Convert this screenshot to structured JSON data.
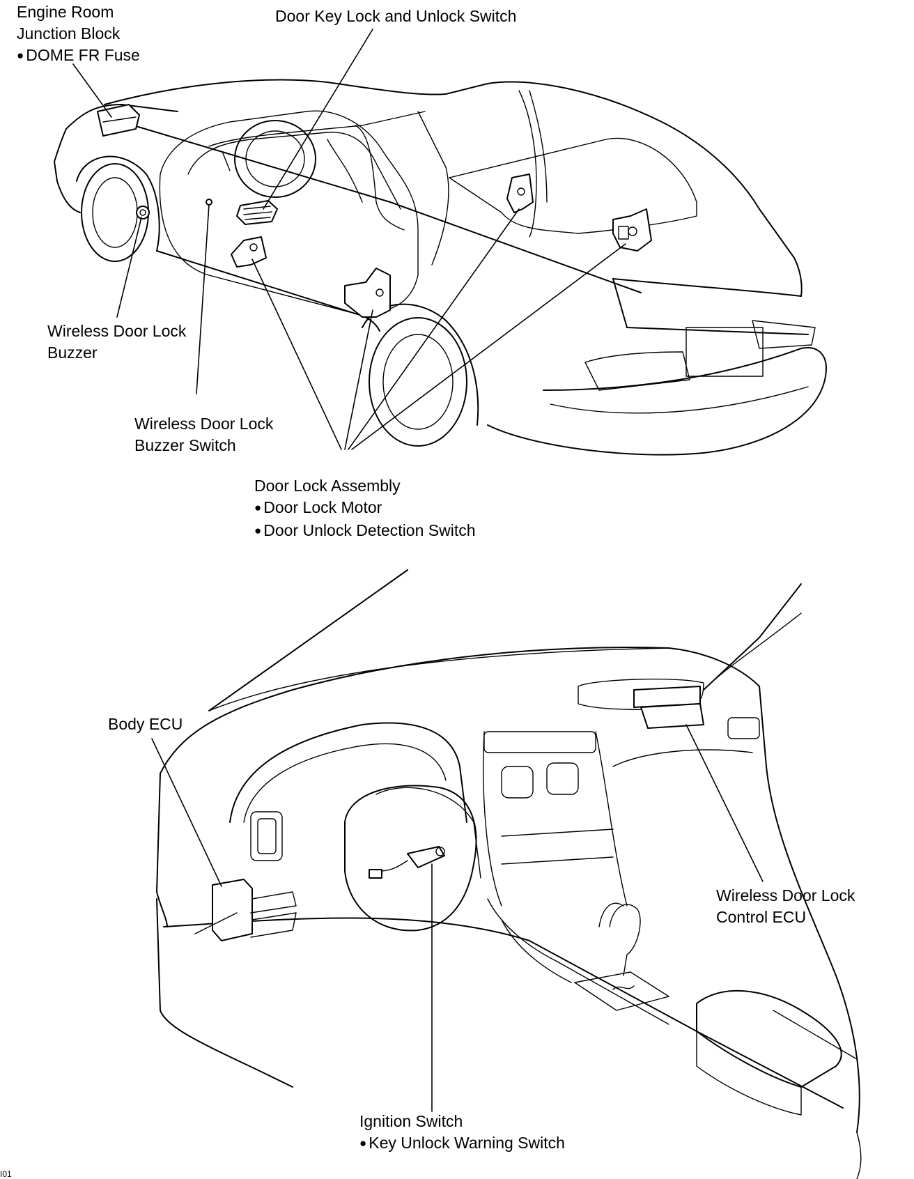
{
  "top_diagram": {
    "engine_room_junction_block": {
      "line1": "Engine Room",
      "line2": "Junction Block",
      "bullet": "DOME FR Fuse"
    },
    "door_key_lock_switch": "Door Key Lock and Unlock Switch",
    "wireless_door_lock_buzzer": {
      "line1": "Wireless Door Lock",
      "line2": "Buzzer"
    },
    "wireless_door_lock_buzzer_switch": {
      "line1": "Wireless Door Lock",
      "line2": "Buzzer Switch"
    },
    "door_lock_assembly": {
      "title": "Door Lock Assembly",
      "bullet1": "Door Lock Motor",
      "bullet2": "Door Unlock Detection Switch"
    }
  },
  "bottom_diagram": {
    "body_ecu": "Body ECU",
    "wireless_door_lock_control_ecu": {
      "line1": "Wireless Door Lock",
      "line2": "Control ECU"
    },
    "ignition_switch": {
      "title": "Ignition Switch",
      "bullet": "Key Unlock Warning Switch"
    }
  },
  "figure_id": "I01"
}
